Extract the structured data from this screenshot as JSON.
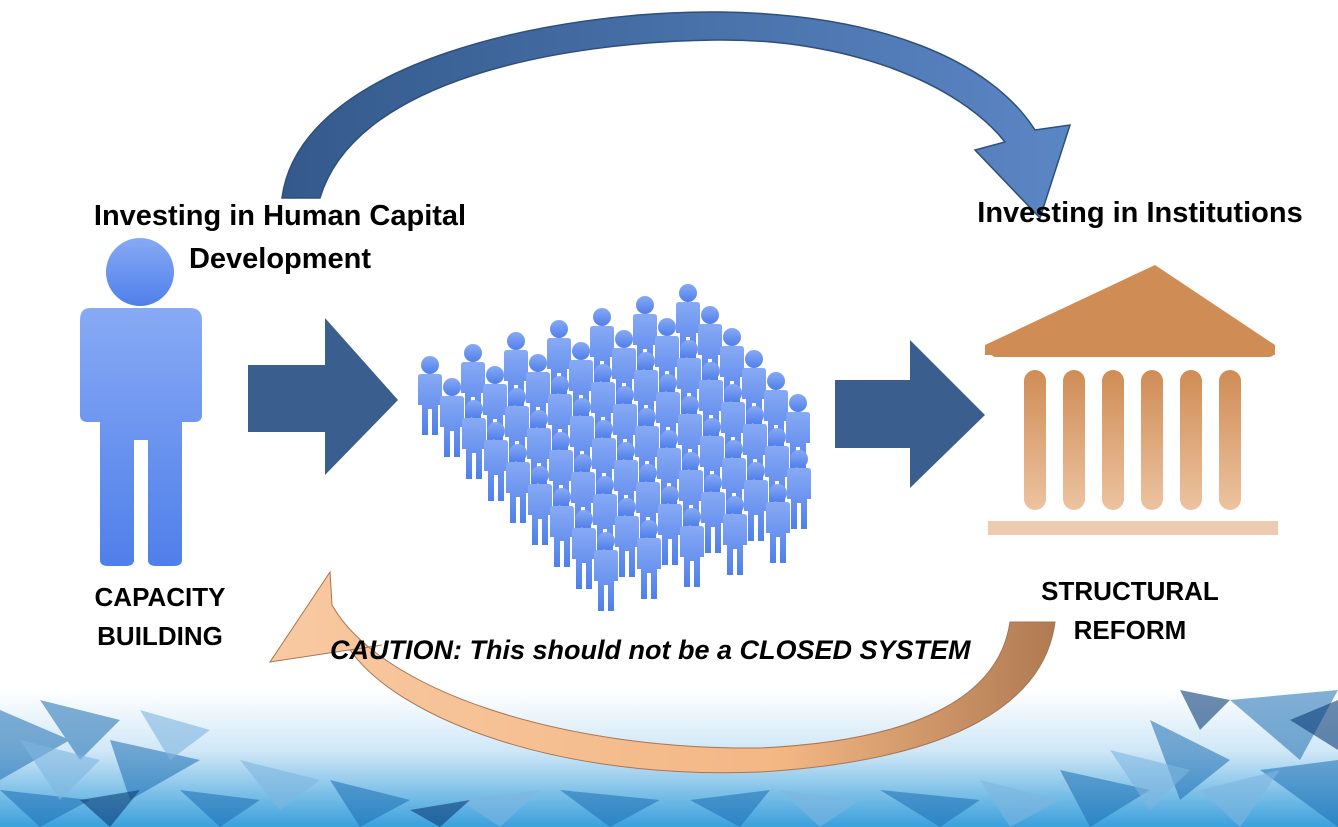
{
  "labels": {
    "human_capital": "Investing in Human Capital Development",
    "institutions": "Investing in Institutions",
    "capacity_building": "CAPACITY BUILDING",
    "structural_reform": "STRUCTURAL REFORM",
    "caution": "CAUTION: This should not be a CLOSED SYSTEM"
  },
  "colors": {
    "blue_arrow": "#3a5f8f",
    "curved_blue": "#4a73ab",
    "person_blue": "#6f97f0",
    "institution_brown": "#d49a6a",
    "return_arrow_peach": "#f6bf92"
  },
  "icons": {
    "person": "single-person-icon",
    "crowd": "crowd-icon",
    "institution": "institution-building-icon"
  }
}
